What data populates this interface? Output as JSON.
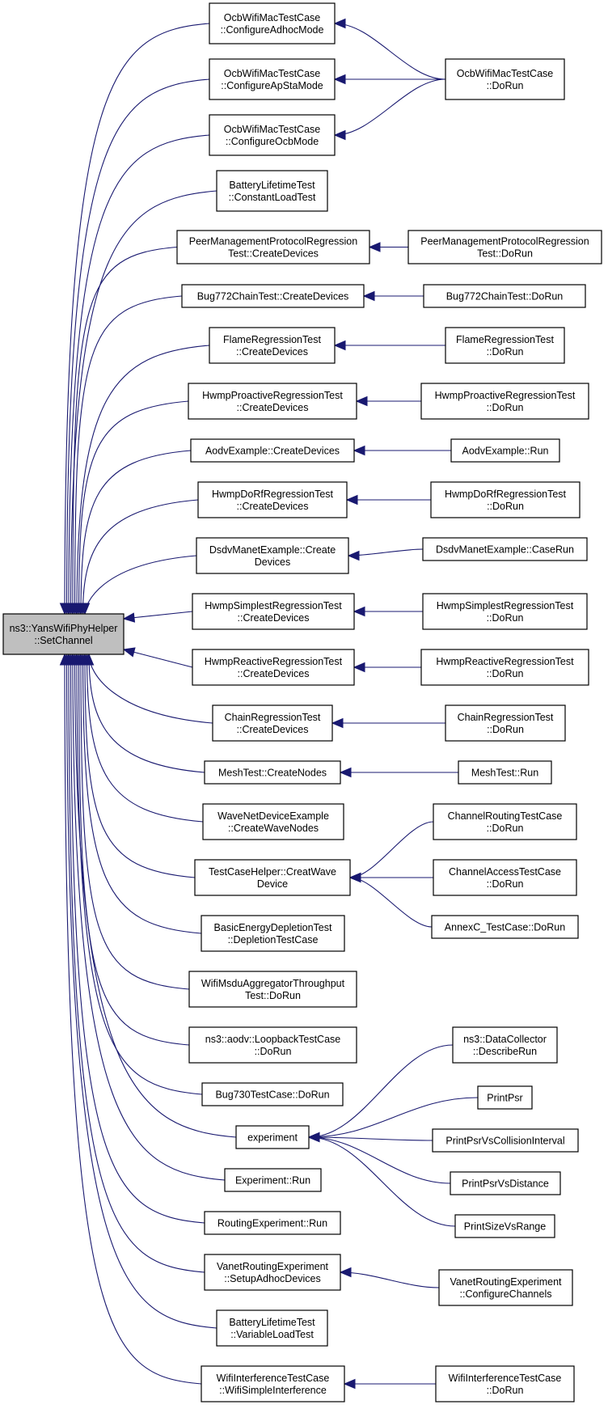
{
  "graph": {
    "edge_color": "#191970",
    "root_fill": "#bfbfbf",
    "node_fill": "#ffffff",
    "root": {
      "id": "root",
      "lines": [
        "ns3::YansWifiPhyHelper",
        "::SetChannel"
      ]
    },
    "callers": [
      {
        "id": "c0",
        "lines": [
          "OcbWifiMacTestCase",
          "::ConfigureAdhocMode"
        ]
      },
      {
        "id": "c1",
        "lines": [
          "OcbWifiMacTestCase",
          "::ConfigureApStaMode"
        ]
      },
      {
        "id": "c2",
        "lines": [
          "OcbWifiMacTestCase",
          "::ConfigureOcbMode"
        ]
      },
      {
        "id": "c3",
        "lines": [
          "BatteryLifetimeTest",
          "::ConstantLoadTest"
        ]
      },
      {
        "id": "c4",
        "lines": [
          "PeerManagementProtocolRegression",
          "Test::CreateDevices"
        ]
      },
      {
        "id": "c5",
        "lines": [
          "Bug772ChainTest::CreateDevices"
        ]
      },
      {
        "id": "c6",
        "lines": [
          "FlameRegressionTest",
          "::CreateDevices"
        ]
      },
      {
        "id": "c7",
        "lines": [
          "HwmpProactiveRegressionTest",
          "::CreateDevices"
        ]
      },
      {
        "id": "c8",
        "lines": [
          "AodvExample::CreateDevices"
        ]
      },
      {
        "id": "c9",
        "lines": [
          "HwmpDoRfRegressionTest",
          "::CreateDevices"
        ]
      },
      {
        "id": "c10",
        "lines": [
          "DsdvManetExample::Create",
          "Devices"
        ]
      },
      {
        "id": "c11",
        "lines": [
          "HwmpSimplestRegressionTest",
          "::CreateDevices"
        ]
      },
      {
        "id": "c12",
        "lines": [
          "HwmpReactiveRegressionTest",
          "::CreateDevices"
        ]
      },
      {
        "id": "c13",
        "lines": [
          "ChainRegressionTest",
          "::CreateDevices"
        ]
      },
      {
        "id": "c14",
        "lines": [
          "MeshTest::CreateNodes"
        ]
      },
      {
        "id": "c15",
        "lines": [
          "WaveNetDeviceExample",
          "::CreateWaveNodes"
        ]
      },
      {
        "id": "c16",
        "lines": [
          "TestCaseHelper::CreatWave",
          "Device"
        ]
      },
      {
        "id": "c17",
        "lines": [
          "BasicEnergyDepletionTest",
          "::DepletionTestCase"
        ]
      },
      {
        "id": "c18",
        "lines": [
          "WifiMsduAggregatorThroughput",
          "Test::DoRun"
        ]
      },
      {
        "id": "c19",
        "lines": [
          "ns3::aodv::LoopbackTestCase",
          "::DoRun"
        ]
      },
      {
        "id": "c20",
        "lines": [
          "Bug730TestCase::DoRun"
        ]
      },
      {
        "id": "c21",
        "lines": [
          "experiment"
        ]
      },
      {
        "id": "c22",
        "lines": [
          "Experiment::Run"
        ]
      },
      {
        "id": "c23",
        "lines": [
          "RoutingExperiment::Run"
        ]
      },
      {
        "id": "c24",
        "lines": [
          "VanetRoutingExperiment",
          "::SetupAdhocDevices"
        ]
      },
      {
        "id": "c25",
        "lines": [
          "BatteryLifetimeTest",
          "::VariableLoadTest"
        ]
      },
      {
        "id": "c26",
        "lines": [
          "WifiInterferenceTestCase",
          "::WifiSimpleInterference"
        ]
      }
    ],
    "second_level": [
      {
        "id": "d0",
        "lines": [
          "OcbWifiMacTestCase",
          "::DoRun"
        ],
        "calls": [
          "c0",
          "c1",
          "c2"
        ]
      },
      {
        "id": "d1",
        "lines": [
          "PeerManagementProtocolRegression",
          "Test::DoRun"
        ],
        "calls": [
          "c4"
        ]
      },
      {
        "id": "d2",
        "lines": [
          "Bug772ChainTest::DoRun"
        ],
        "calls": [
          "c5"
        ]
      },
      {
        "id": "d3",
        "lines": [
          "FlameRegressionTest",
          "::DoRun"
        ],
        "calls": [
          "c6"
        ]
      },
      {
        "id": "d4",
        "lines": [
          "HwmpProactiveRegressionTest",
          "::DoRun"
        ],
        "calls": [
          "c7"
        ]
      },
      {
        "id": "d5",
        "lines": [
          "AodvExample::Run"
        ],
        "calls": [
          "c8"
        ]
      },
      {
        "id": "d6",
        "lines": [
          "HwmpDoRfRegressionTest",
          "::DoRun"
        ],
        "calls": [
          "c9"
        ]
      },
      {
        "id": "d7",
        "lines": [
          "DsdvManetExample::CaseRun"
        ],
        "calls": [
          "c10"
        ]
      },
      {
        "id": "d8",
        "lines": [
          "HwmpSimplestRegressionTest",
          "::DoRun"
        ],
        "calls": [
          "c11"
        ]
      },
      {
        "id": "d9",
        "lines": [
          "HwmpReactiveRegressionTest",
          "::DoRun"
        ],
        "calls": [
          "c12"
        ]
      },
      {
        "id": "d10",
        "lines": [
          "ChainRegressionTest",
          "::DoRun"
        ],
        "calls": [
          "c13"
        ]
      },
      {
        "id": "d11",
        "lines": [
          "MeshTest::Run"
        ],
        "calls": [
          "c14"
        ]
      },
      {
        "id": "d12",
        "lines": [
          "ChannelRoutingTestCase",
          "::DoRun"
        ],
        "calls": [
          "c16"
        ]
      },
      {
        "id": "d13",
        "lines": [
          "ChannelAccessTestCase",
          "::DoRun"
        ],
        "calls": [
          "c16"
        ]
      },
      {
        "id": "d14",
        "lines": [
          "AnnexC_TestCase::DoRun"
        ],
        "calls": [
          "c16"
        ]
      },
      {
        "id": "d15",
        "lines": [
          "ns3::DataCollector",
          "::DescribeRun"
        ],
        "calls": [
          "c21"
        ]
      },
      {
        "id": "d16",
        "lines": [
          "PrintPsr"
        ],
        "calls": [
          "c21"
        ]
      },
      {
        "id": "d17",
        "lines": [
          "PrintPsrVsCollisionInterval"
        ],
        "calls": [
          "c21"
        ]
      },
      {
        "id": "d18",
        "lines": [
          "PrintPsrVsDistance"
        ],
        "calls": [
          "c21"
        ]
      },
      {
        "id": "d19",
        "lines": [
          "PrintSizeVsRange"
        ],
        "calls": [
          "c21"
        ]
      },
      {
        "id": "d20",
        "lines": [
          "VanetRoutingExperiment",
          "::ConfigureChannels"
        ],
        "calls": [
          "c24"
        ]
      },
      {
        "id": "d21",
        "lines": [
          "WifiInterferenceTestCase",
          "::DoRun"
        ],
        "calls": [
          "c26"
        ]
      }
    ]
  }
}
